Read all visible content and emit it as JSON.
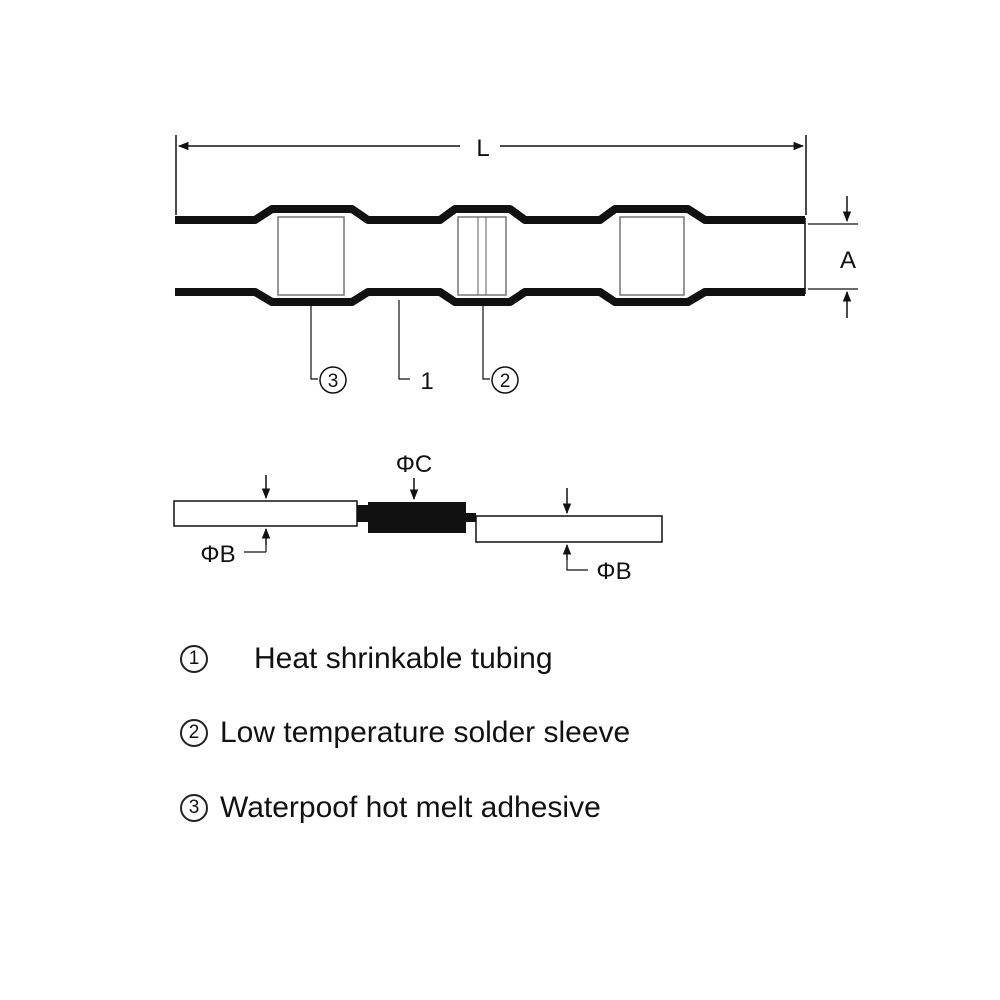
{
  "dimensions": {
    "length": "L",
    "tube_diameter": "A",
    "solder_diameter": "ΦC",
    "wire_diameter_left": "ΦB",
    "wire_diameter_right": "ΦB"
  },
  "callouts": {
    "adhesive": "3",
    "tubing": "1",
    "solder": "2"
  },
  "legend": [
    {
      "num": "1",
      "text": "Heat shrinkable tubing"
    },
    {
      "num": "2",
      "text": "Low temperature solder sleeve"
    },
    {
      "num": "3",
      "text": "Waterpoof hot melt adhesive"
    }
  ]
}
